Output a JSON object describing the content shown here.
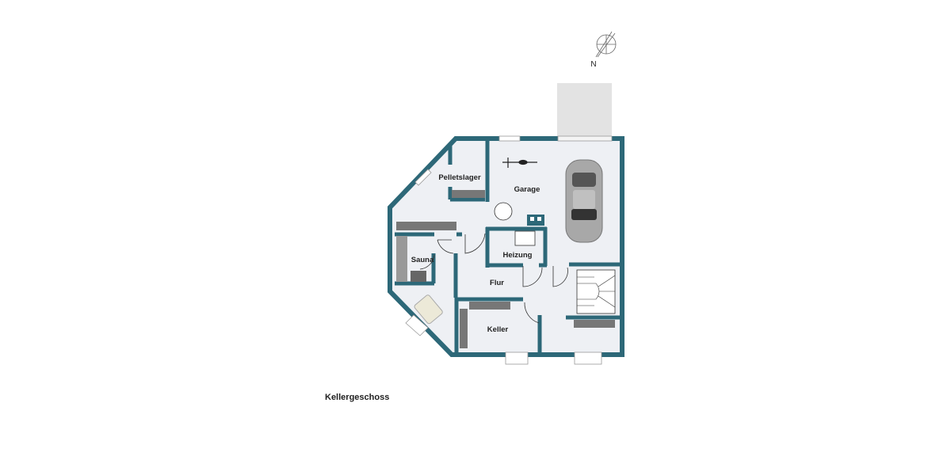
{
  "plan": {
    "caption": "Kellergeschoss",
    "north_label": "N",
    "rooms": {
      "pelletslager": "Pelletslager",
      "garage": "Garage",
      "heizung": "Heizung",
      "sauna": "Sauna",
      "flur": "Flur",
      "keller": "Keller"
    },
    "colors": {
      "wall": "#2d6878",
      "floor": "#eef0f4",
      "driveway": "#e3e3e3",
      "furniture": "#777777"
    }
  }
}
